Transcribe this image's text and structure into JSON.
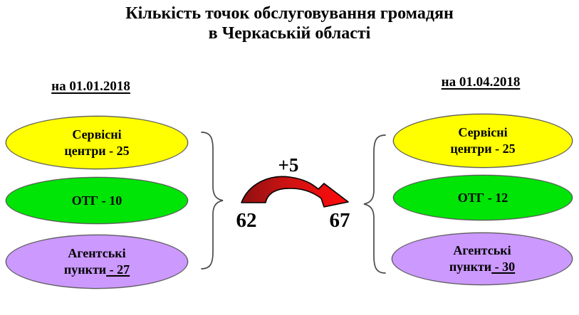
{
  "title": {
    "line1": "Кількість точок обслуговування громадян",
    "line2": "в Черкаській області"
  },
  "left_group": {
    "heading": "на 01.01.2018",
    "total": "62",
    "items": [
      {
        "line1": "Сервісні",
        "line2": "центри - 25",
        "line2_underline": "",
        "fill": "#ffff00"
      },
      {
        "line1": "ОТГ - 10",
        "line2": "",
        "line2_underline": "",
        "fill": "#00e406"
      },
      {
        "line1": "Агентські",
        "line2": "пункти",
        "line2_underline": " - 27",
        "fill": "#cc99ff"
      }
    ]
  },
  "right_group": {
    "heading": "на 01.04.2018",
    "total": "67",
    "items": [
      {
        "line1": "Сервісні",
        "line2": "центри - 25",
        "line2_underline": "",
        "fill": "#ffff00"
      },
      {
        "line1": "ОТГ - 12",
        "line2": "",
        "line2_underline": "",
        "fill": "#00e406"
      },
      {
        "line1": "Агентські",
        "line2": "пункти",
        "line2_underline": " - 30",
        "fill": "#cc99ff"
      }
    ]
  },
  "change": {
    "delta": "+5"
  },
  "colors": {
    "service_centers": "#ffff00",
    "otg": "#00e406",
    "agent_points": "#cc99ff",
    "arrow_dark_red": "#8e1111",
    "arrow_bright_red": "#ff0b0b",
    "text": "#000000"
  }
}
